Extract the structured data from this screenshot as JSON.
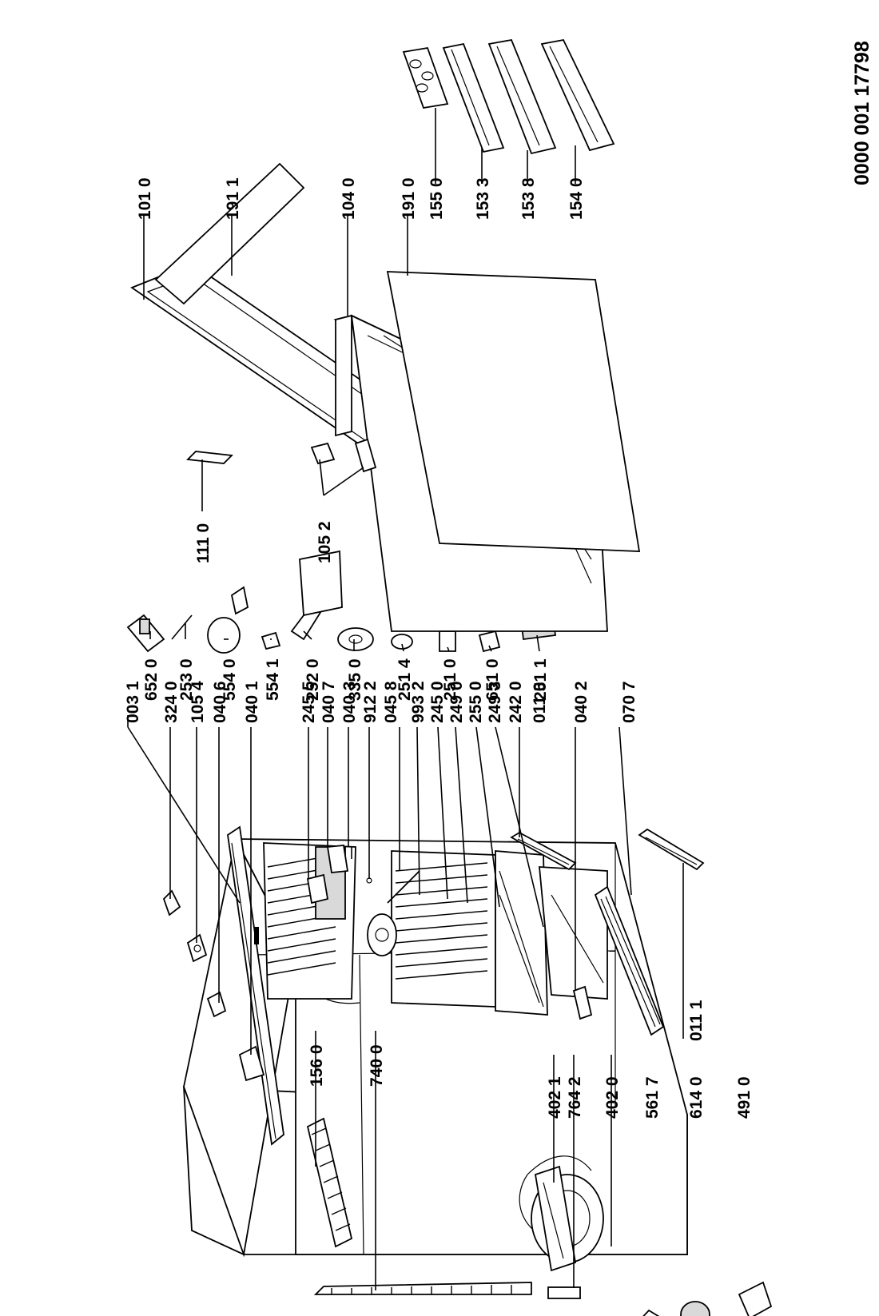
{
  "document_number": "0000 001 17798",
  "labels": [
    {
      "id": "003-1",
      "text": "003 1"
    },
    {
      "id": "324-0",
      "text": "324 0"
    },
    {
      "id": "105-4",
      "text": "105 4"
    },
    {
      "id": "040-6",
      "text": "040 6"
    },
    {
      "id": "040-1",
      "text": "040 1"
    },
    {
      "id": "245-5",
      "text": "245 5"
    },
    {
      "id": "040-7",
      "text": "040 7"
    },
    {
      "id": "040-3",
      "text": "040 3"
    },
    {
      "id": "912-2",
      "text": "912 2"
    },
    {
      "id": "045-8",
      "text": "045 8"
    },
    {
      "id": "993-2",
      "text": "993 2"
    },
    {
      "id": "245-0",
      "text": "245 0"
    },
    {
      "id": "249-0",
      "text": "249 0"
    },
    {
      "id": "255-0",
      "text": "255 0"
    },
    {
      "id": "249-3",
      "text": "249 3"
    },
    {
      "id": "242-0",
      "text": "242 0"
    },
    {
      "id": "011-0",
      "text": "011 0"
    },
    {
      "id": "040-2",
      "text": "040 2"
    },
    {
      "id": "070-7",
      "text": "070 7"
    },
    {
      "id": "011-1",
      "text": "011 1"
    },
    {
      "id": "652-0",
      "text": "652 0"
    },
    {
      "id": "253-0",
      "text": "253 0"
    },
    {
      "id": "554-0",
      "text": "554 0"
    },
    {
      "id": "554-1",
      "text": "554 1"
    },
    {
      "id": "252-0",
      "text": "252 0"
    },
    {
      "id": "335-0",
      "text": "335 0"
    },
    {
      "id": "251-4",
      "text": "251 4"
    },
    {
      "id": "251-0",
      "text": "251 0"
    },
    {
      "id": "651-0",
      "text": "651 0"
    },
    {
      "id": "251-1",
      "text": "251 1"
    },
    {
      "id": "111-0",
      "text": "111 0"
    },
    {
      "id": "105-2",
      "text": "105 2"
    },
    {
      "id": "101-0",
      "text": "101 0"
    },
    {
      "id": "191-1",
      "text": "191 1"
    },
    {
      "id": "104-0",
      "text": "104 0"
    },
    {
      "id": "191-0",
      "text": "191 0"
    },
    {
      "id": "155-0",
      "text": "155 0"
    },
    {
      "id": "153-3",
      "text": "153 3"
    },
    {
      "id": "153-8",
      "text": "153 8"
    },
    {
      "id": "154-0",
      "text": "154 0"
    },
    {
      "id": "156-0",
      "text": "156 0"
    },
    {
      "id": "740-0",
      "text": "740 0"
    },
    {
      "id": "402-1",
      "text": "402 1"
    },
    {
      "id": "764-2",
      "text": "764 2"
    },
    {
      "id": "402-0",
      "text": "402 0"
    },
    {
      "id": "561-7",
      "text": "561 7"
    },
    {
      "id": "614-0",
      "text": "614 0"
    },
    {
      "id": "491-0",
      "text": "491 0"
    }
  ]
}
